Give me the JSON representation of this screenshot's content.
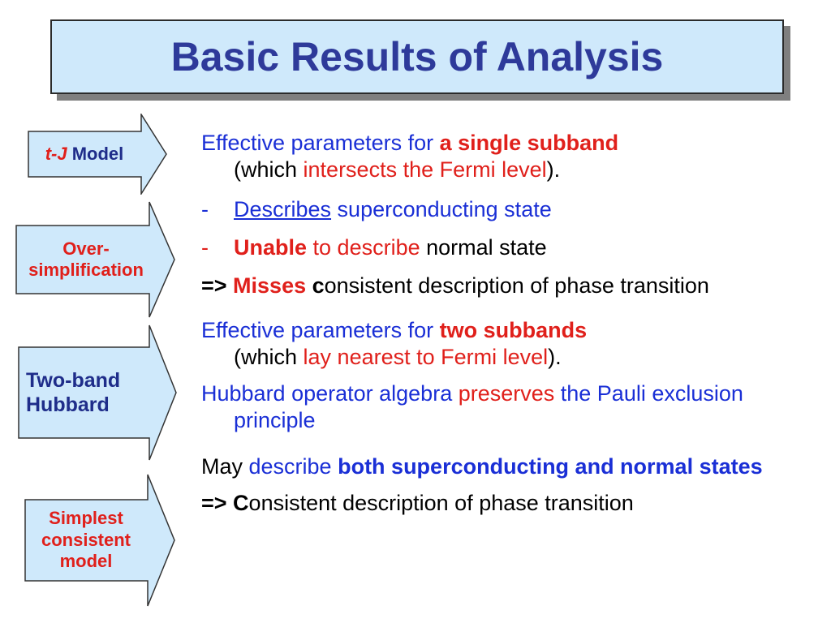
{
  "title": "Basic Results of Analysis",
  "arrows": {
    "tj": {
      "italic": "t-J",
      "rest": " Model"
    },
    "oversimp": {
      "line1": "Over-",
      "line2": "simplification"
    },
    "twoband": {
      "line1": "Two-band",
      "line2": "Hubbard"
    },
    "simplest": {
      "line1": "Simplest",
      "line2": "consistent",
      "line3": "model"
    }
  },
  "p1": {
    "t1": "Effective parameters for ",
    "t2": "a single subband",
    "t3": "(which ",
    "t4": "intersects the Fermi level",
    "t5": ")."
  },
  "p2": {
    "dash": "-",
    "t1": "Describes",
    "t2": " superconducting state"
  },
  "p3": {
    "dash": "-",
    "t1": "Unable",
    "t2": " to describe ",
    "t3": "normal state"
  },
  "p4": {
    "t1": "=> ",
    "t2": "Misses",
    "t3": " c",
    "t4": "onsistent description of phase transition"
  },
  "p5": {
    "t1": "Effective parameters for ",
    "t2": "two subbands",
    "t3": "(which ",
    "t4": "lay nearest to Fermi level",
    "t5": ")."
  },
  "p6": {
    "t1": "Hubbard operator algebra ",
    "t2": "preserves",
    "t3": " the Pauli exclusion principle"
  },
  "p7": {
    "t1": "May ",
    "t2": "describe ",
    "t3": "both superconducting and normal states"
  },
  "p8": {
    "t1": "=> ",
    "t2": "C",
    "t3": "onsistent description of phase transition"
  },
  "colors": {
    "title_bg": "#cfe9fb",
    "title_text": "#2e3a9a",
    "arrow_fill": "#cfe9fb",
    "blue": "#1a2fd6",
    "red": "#e0201b"
  }
}
